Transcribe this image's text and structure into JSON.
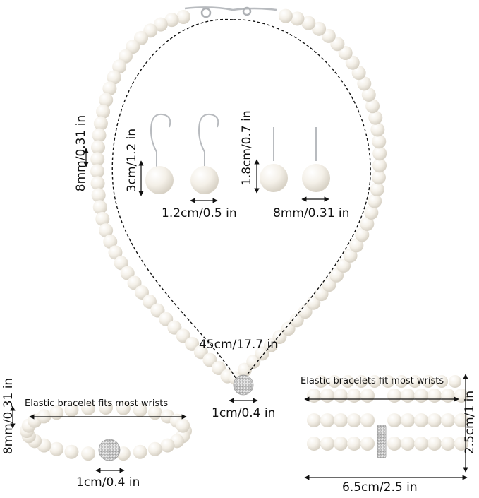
{
  "labels": {
    "necklace_bead": "8mm/0.31 in",
    "hook_earring_length": "3cm/1.2 in",
    "hook_earring_width": "1.2cm/0.5 in",
    "stud_earring_length": "1.8cm/0.7 in",
    "stud_earring_width": "8mm/0.31 in",
    "necklace_length": "45cm/17.7 in",
    "necklace_charm": "1cm/0.4 in",
    "bracelet_bead": "8mm/0.31 in",
    "bracelet_note": "Elastic bracelet fits most wrists",
    "bracelet_charm": "1cm/0.4 in",
    "multi_note": "Elastic bracelets fit most wrists",
    "multi_height": "2.5cm/1 in",
    "multi_width": "6.5cm/2.5 in"
  },
  "colors": {
    "pearl": "#f6f2ea",
    "pearl_shadow": "#d9d3c8",
    "metal": "#c9ccd0",
    "text": "#111111"
  }
}
